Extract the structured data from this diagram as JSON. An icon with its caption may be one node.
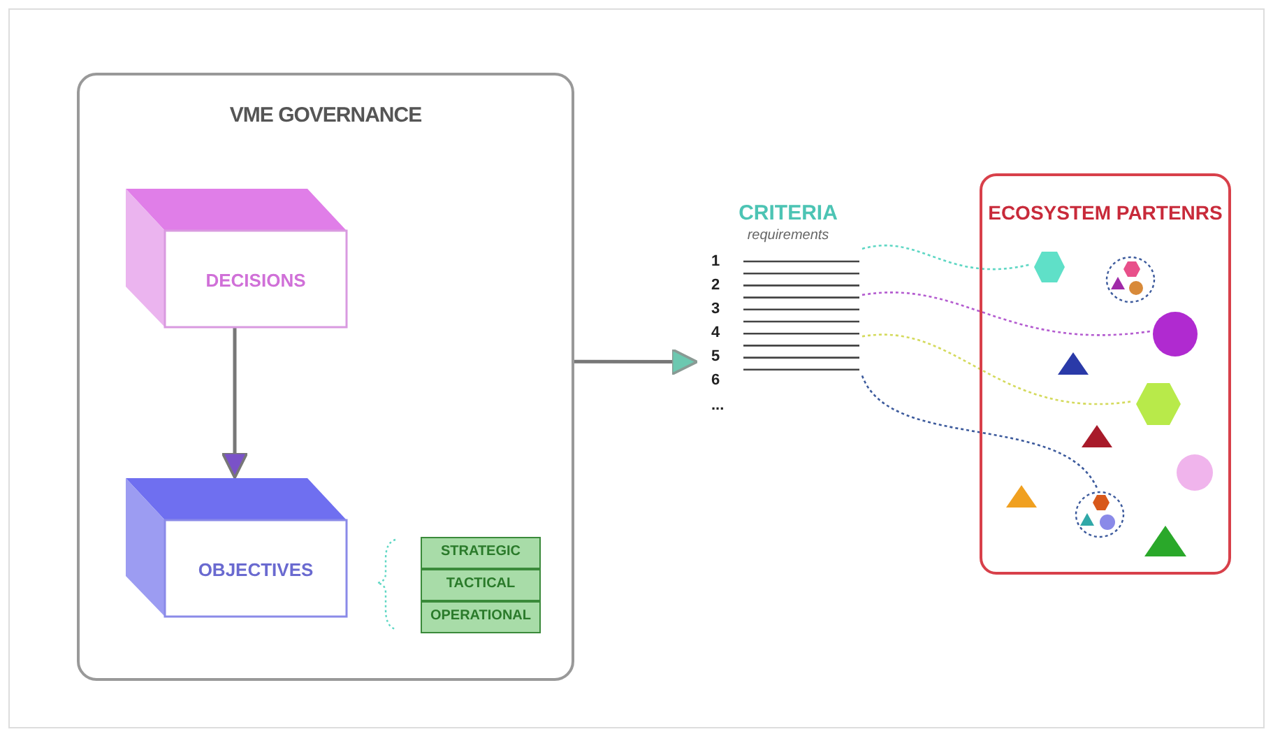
{
  "diagram": {
    "nodes": [
      {
        "text": [
          "VME GOVERNANCE"
        ]
      },
      {
        "text": [
          "DECISIONS"
        ],
        "in": 0
      },
      {
        "text": [
          "OBJECTIVES"
        ],
        "in": 0
      },
      {
        "text": [
          "STRATEGIC"
        ],
        "in": 0
      },
      {
        "text": [
          "TACTICAL"
        ],
        "in": 0
      },
      {
        "text": [
          "OPERATIONAL"
        ],
        "in": 0
      },
      {
        "text": [
          "CRITERIA",
          "requirements"
        ]
      },
      {
        "text": [
          "ECOSYSTEM PARTENRS"
        ]
      },
      {
        "text": [],
        "shape": "hexagon",
        "in": 7
      },
      {
        "text": [],
        "shape": "circle",
        "in": 7
      },
      {
        "text": [],
        "shape": "hexagon",
        "in": 9
      },
      {
        "text": [],
        "shape": "triangle",
        "in": 9
      },
      {
        "text": [],
        "shape": "circle",
        "in": 9
      },
      {
        "text": [],
        "shape": "circle",
        "in": 7
      },
      {
        "text": [],
        "shape": "triangle",
        "in": 7
      },
      {
        "text": [],
        "shape": "hexagon",
        "in": 7
      },
      {
        "text": [],
        "shape": "triangle",
        "in": 7
      },
      {
        "text": [],
        "shape": "circle",
        "in": 7
      },
      {
        "text": [],
        "shape": "triangle",
        "in": 7
      },
      {
        "text": [],
        "shape": "circle",
        "in": 7
      },
      {
        "text": [],
        "shape": "hexagon",
        "in": 19
      },
      {
        "text": [],
        "shape": "triangle",
        "in": 19
      },
      {
        "text": [],
        "shape": "circle",
        "in": 19
      },
      {
        "text": [],
        "shape": "triangle",
        "in": 7
      }
    ],
    "edges": [
      {
        "from": 1,
        "to": 2,
        "arrow": "to"
      },
      {
        "from": 0,
        "to": 6,
        "arrow": "to"
      },
      {
        "from": 6,
        "to": 8,
        "arrow": "none",
        "style": "dashed",
        "color": "#5fd7c4"
      },
      {
        "from": 6,
        "to": 13,
        "arrow": "none",
        "style": "dashed",
        "color": "#b45cd0"
      },
      {
        "from": 6,
        "to": 15,
        "arrow": "none",
        "style": "dashed",
        "color": "#d4da5c"
      },
      {
        "from": 6,
        "to": 19,
        "arrow": "none",
        "style": "dashed",
        "color": "#3c5a9c"
      }
    ],
    "labels": [
      "1",
      "2",
      "3",
      "4",
      "5",
      "6",
      "..."
    ]
  }
}
